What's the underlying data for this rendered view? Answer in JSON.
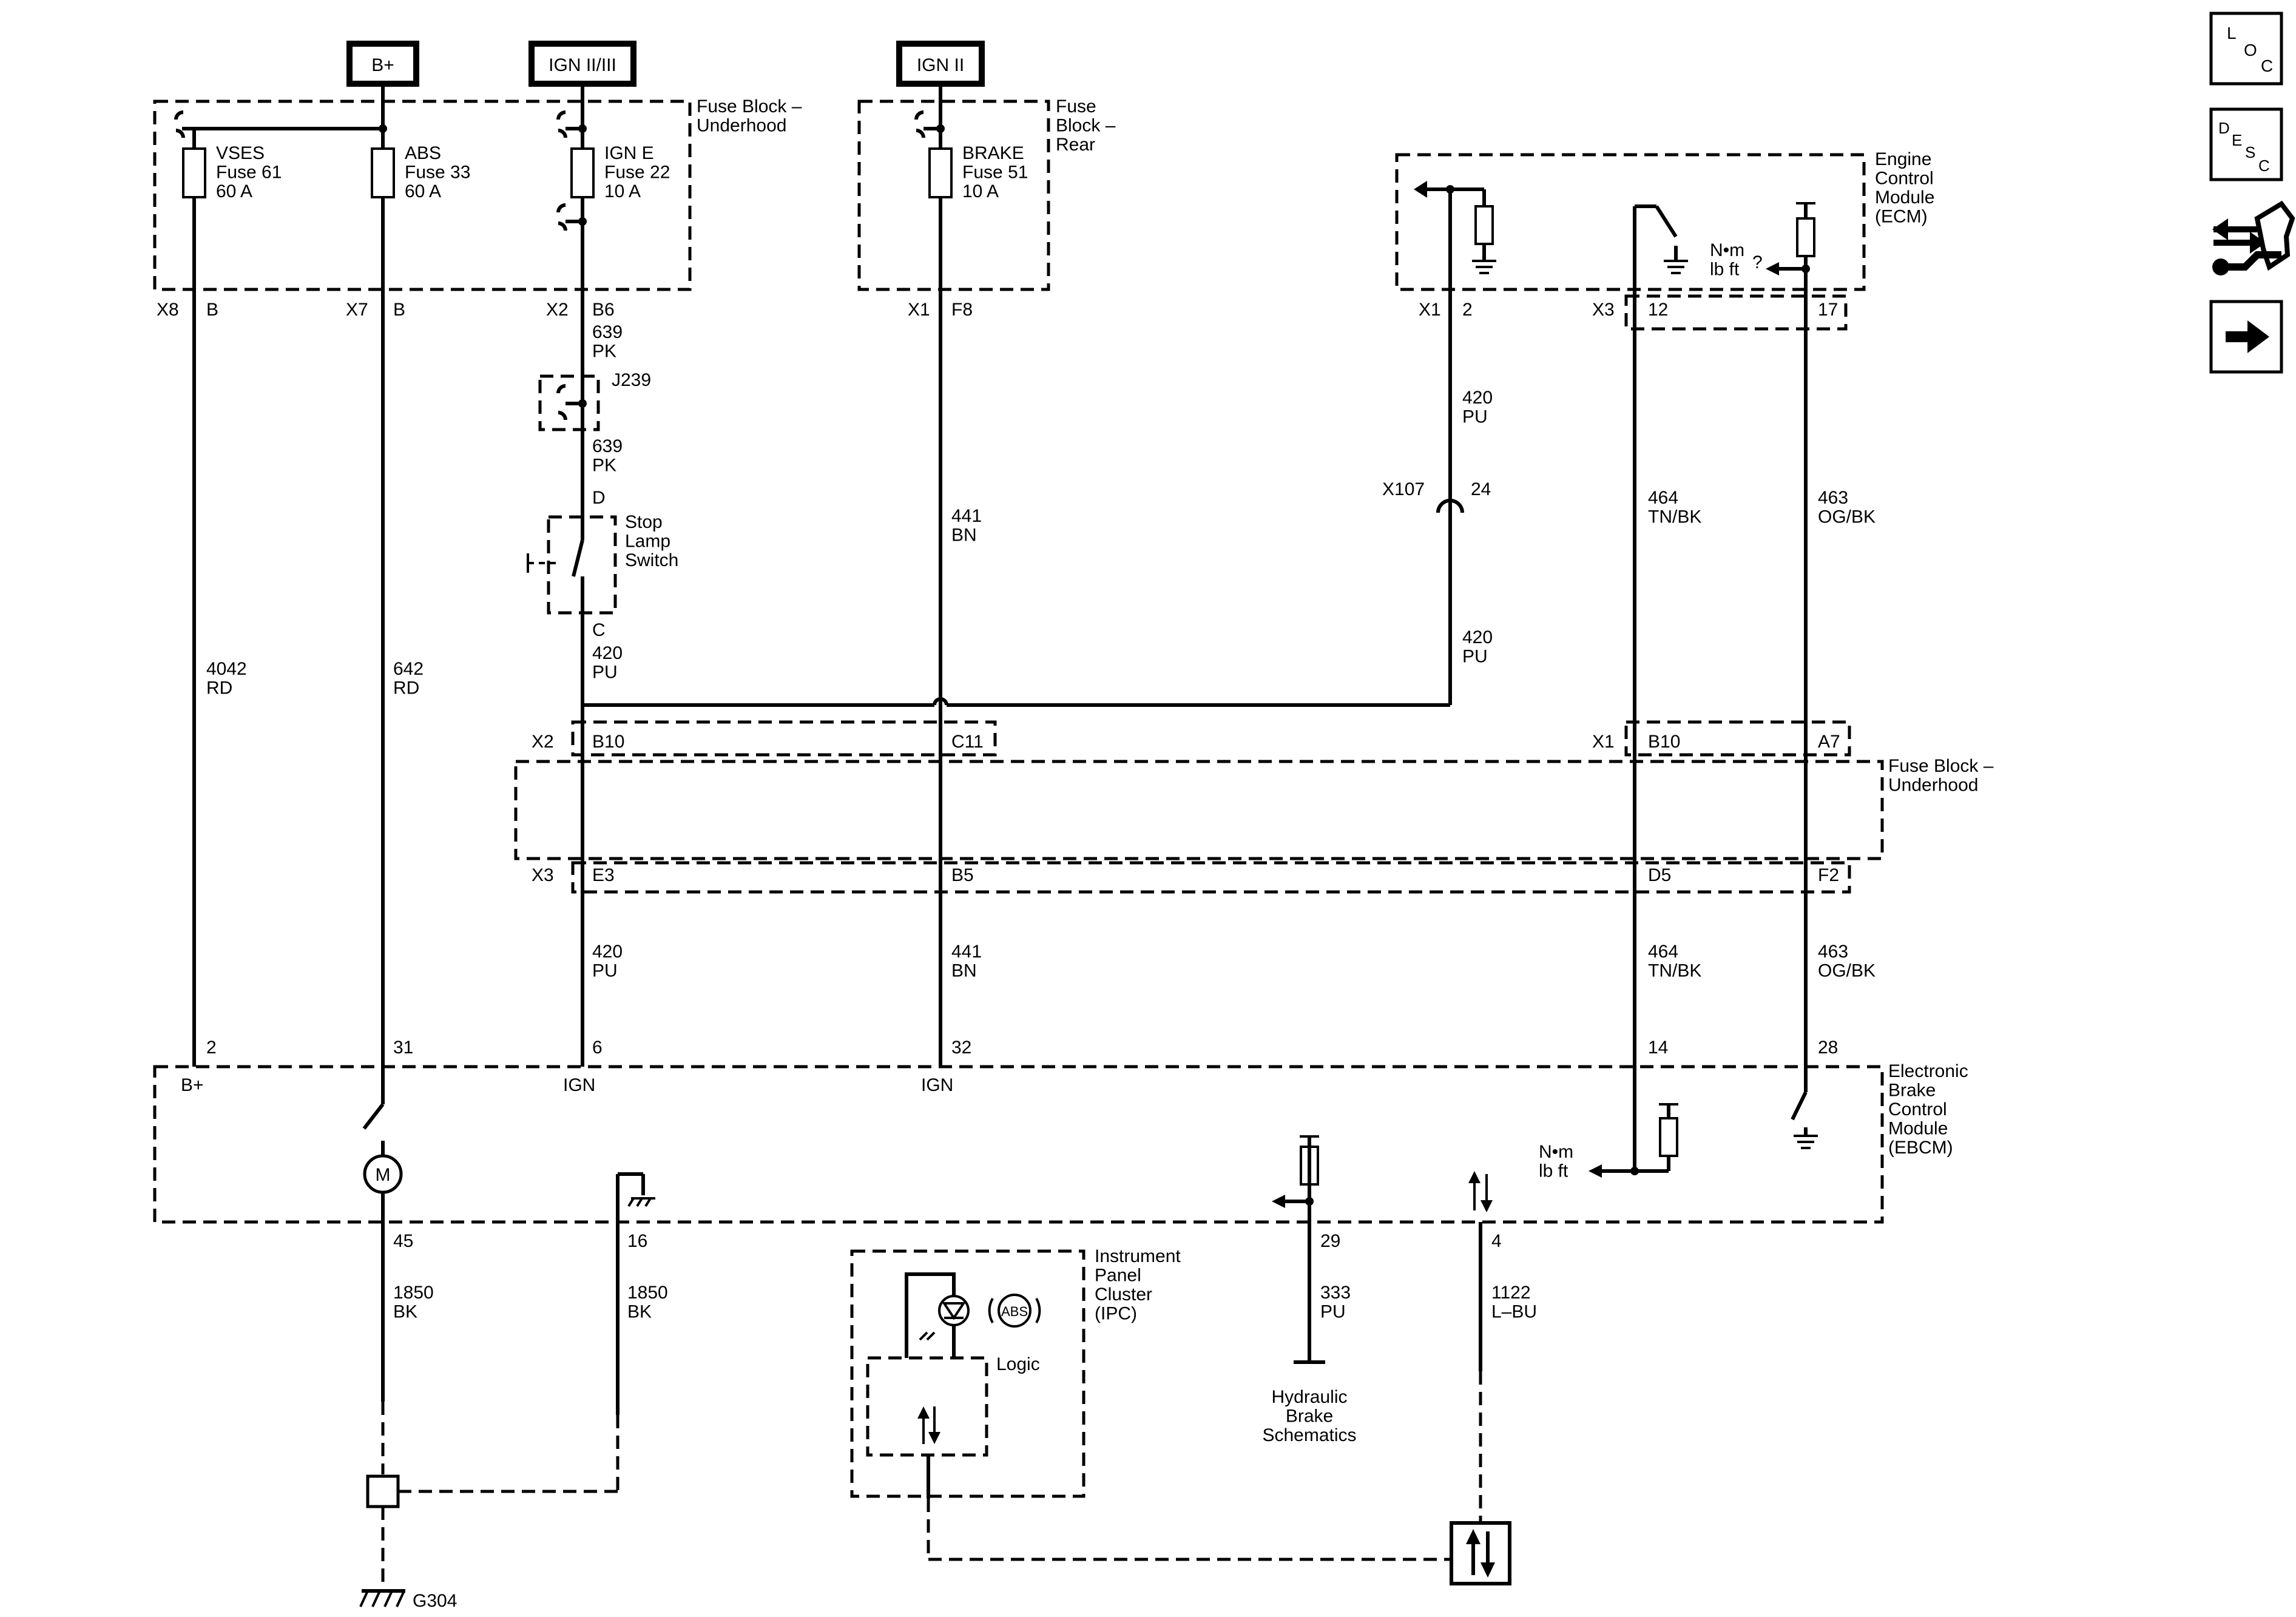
{
  "power_sources": {
    "bplus": "B+",
    "ign23": "IGN II/III",
    "ign2": "IGN II"
  },
  "fuse_blocks": {
    "underhood_top": "Fuse Block –\nUnderhood",
    "rear": "Fuse\nBlock –\nRear",
    "underhood_mid": "Fuse Block –\nUnderhood"
  },
  "fuses": {
    "vses": "VSES\nFuse 61\n60 A",
    "abs": "ABS\nFuse 33\n60 A",
    "igne": "IGN E\nFuse 22\n10 A",
    "brake": "BRAKE\nFuse 51\n10 A"
  },
  "connectors_top": {
    "x8": "X8",
    "x8b": "B",
    "x7": "X7",
    "x7b": "B",
    "x2": "X2",
    "b6": "B6",
    "x1": "X1",
    "f8": "F8"
  },
  "wires": {
    "w639pk_1": "639\nPK",
    "w639pk_2": "639\nPK",
    "w420pu_c": "420\nPU",
    "w4042": "4042\nRD",
    "w642": "642\nRD",
    "w441_top": "441\nBN",
    "w420pu_ecm": "420\nPU",
    "w420pu_ecm2": "420\nPU",
    "w464_top": "464\nTN/BK",
    "w463_top": "463\nOG/BK",
    "w420pu_low": "420\nPU",
    "w441_low": "441\nBN",
    "w464_low": "464\nTN/BK",
    "w463_low": "463\nOG/BK",
    "w1850_a": "1850\nBK",
    "w1850_b": "1850\nBK",
    "w333": "333\nPU",
    "w1122": "1122\nL–BU"
  },
  "splice": {
    "j239": "J239"
  },
  "switch": {
    "label": "Stop\nLamp\nSwitch",
    "pin_d": "D",
    "pin_c": "C"
  },
  "ecm": {
    "label": "Engine\nControl\nModule\n(ECM)",
    "x1": "X1",
    "p2": "2",
    "x3": "X3",
    "p12": "12",
    "p17": "17",
    "nm": "N•m\nlb ft",
    "q": "?"
  },
  "inline": {
    "x107": "X107",
    "p24": "24"
  },
  "mid_block": {
    "x2": "X2",
    "b10a": "B10",
    "c11": "C11",
    "x1": "X1",
    "b10b": "B10",
    "a7": "A7",
    "x3": "X3",
    "e3": "E3",
    "b5": "B5",
    "d5": "D5",
    "f2": "F2"
  },
  "ebcm": {
    "label": "Electronic\nBrake\nControl\nModule\n(EBCM)",
    "p2": "2",
    "p31": "31",
    "p6": "6",
    "p32": "32",
    "p14": "14",
    "p28": "28",
    "bplus": "B+",
    "ign1": "IGN",
    "ign2": "IGN",
    "motor": "M",
    "p45": "45",
    "p16": "16",
    "p29": "29",
    "p4": "4",
    "nm": "N•m\nlb ft"
  },
  "ipc": {
    "label": "Instrument\nPanel\nCluster\n(IPC)",
    "logic": "Logic",
    "abs": "ABS"
  },
  "hydraulic": "Hydraulic\nBrake\nSchematics",
  "ground": "G304",
  "nav_icons": [
    "loc-icon",
    "desc-icon",
    "connector-repair-icon",
    "next-arrow-icon"
  ],
  "nav_text": {
    "loc": "LOC",
    "desc": "DESC"
  }
}
